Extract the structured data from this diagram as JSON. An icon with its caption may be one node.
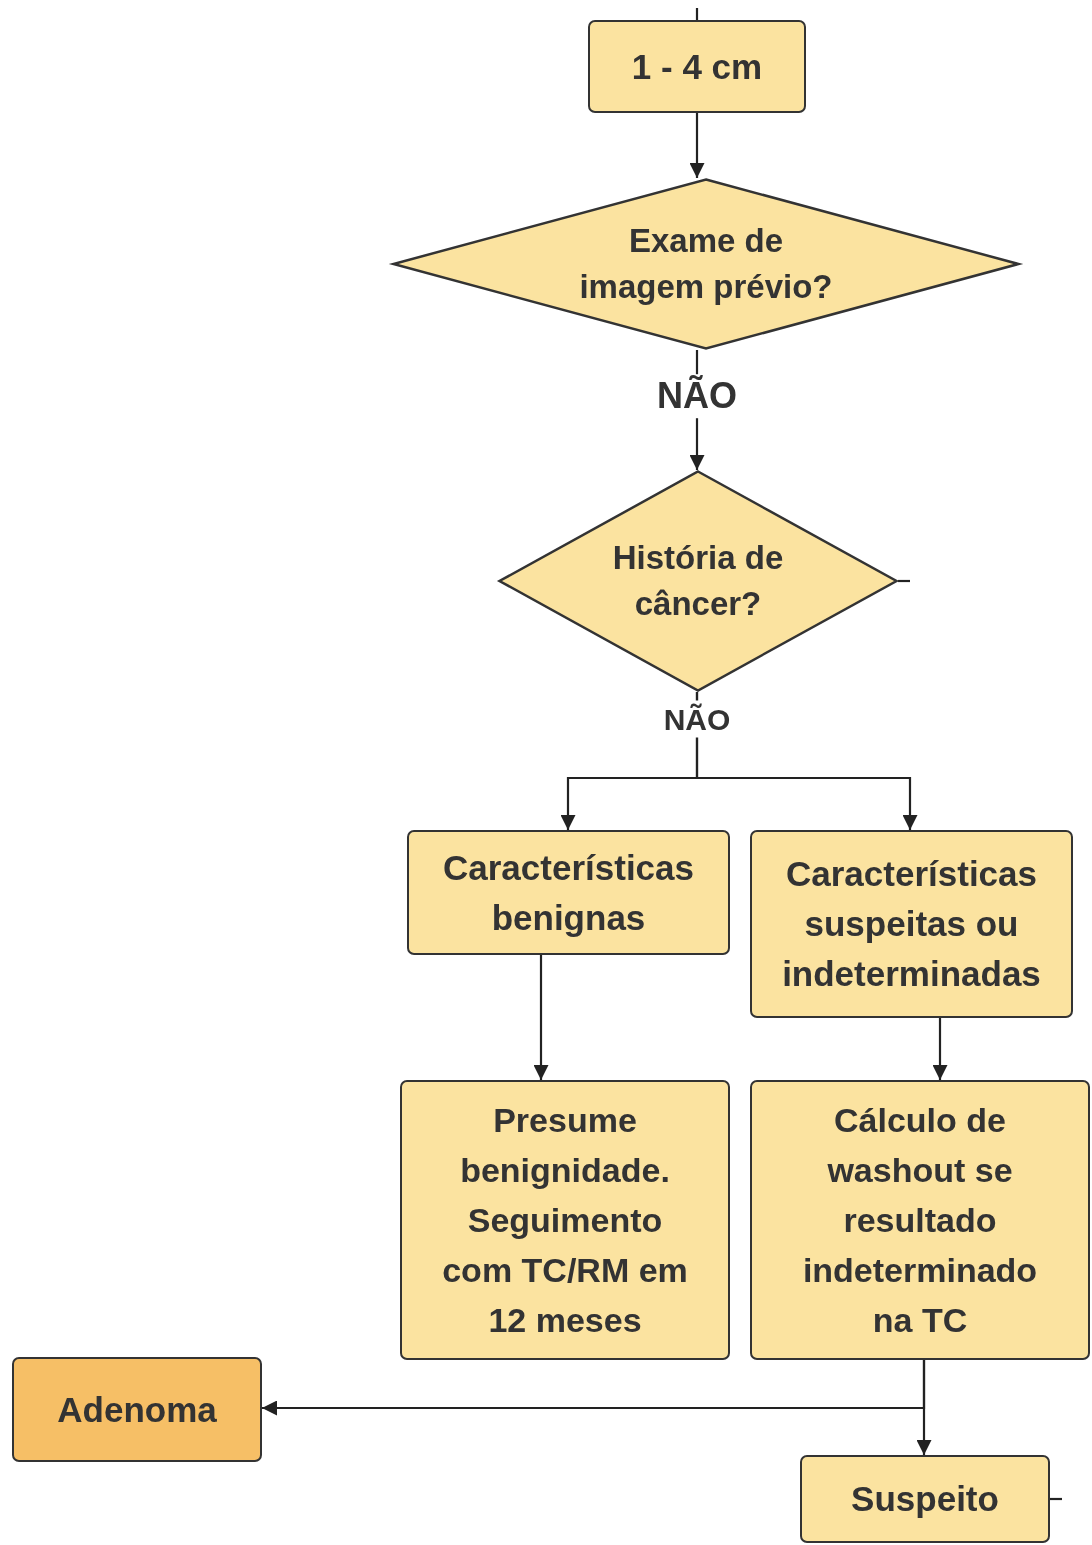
{
  "diagram": {
    "nodes": [
      {
        "text": [
          "1 - 4 cm"
        ]
      },
      {
        "text": [
          "Exame de imagem prévio?"
        ]
      },
      {
        "text": [
          "História de câncer?"
        ]
      },
      {
        "text": [
          "Características benignas"
        ]
      },
      {
        "text": [
          "Características suspeitas ou indeterminadas"
        ]
      },
      {
        "text": [
          "Presume benignidade. Seguimento com TC/RM em 12 meses"
        ]
      },
      {
        "text": [
          "Cálculo de washout se resultado indeterminado na TC"
        ]
      },
      {
        "text": [
          "Adenoma"
        ]
      },
      {
        "text": [
          "Suspeito"
        ]
      }
    ],
    "edges": [
      {
        "from": null,
        "to": 0,
        "arrow": "none"
      },
      {
        "from": 0,
        "to": 1,
        "arrow": "to"
      },
      {
        "from": 1,
        "to": 2,
        "arrow": "to",
        "label": "NÃO"
      },
      {
        "from": 2,
        "to": 3,
        "arrow": "to",
        "label": "NÃO"
      },
      {
        "from": 2,
        "to": 4,
        "arrow": "to"
      },
      {
        "from": 3,
        "to": 5,
        "arrow": "to"
      },
      {
        "from": 4,
        "to": 6,
        "arrow": "to"
      },
      {
        "from": 6,
        "to": 7,
        "arrow": "to"
      },
      {
        "from": 6,
        "to": 8,
        "arrow": "to"
      },
      {
        "from": 2,
        "to": null,
        "arrow": "none"
      },
      {
        "from": 8,
        "to": null,
        "arrow": "none"
      }
    ]
  }
}
